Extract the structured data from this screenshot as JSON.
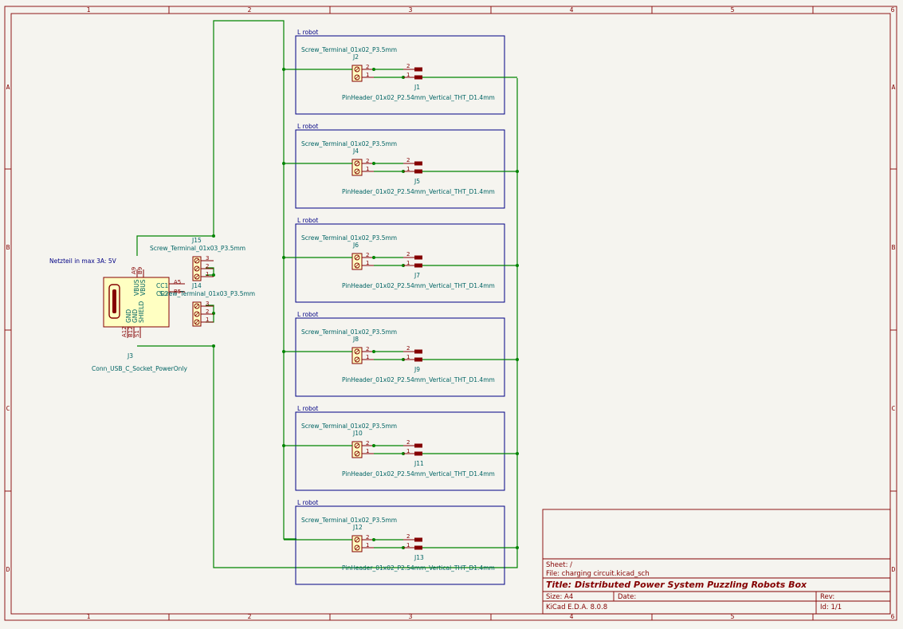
{
  "frame": {
    "columns": [
      "1",
      "2",
      "3",
      "4",
      "5",
      "6"
    ],
    "rows": [
      "A",
      "B",
      "C",
      "D"
    ]
  },
  "title_block": {
    "sheet": "Sheet: /",
    "file": "File: charging circuit.kicad_sch",
    "title": "Title: Distributed Power System Puzzling Robots Box",
    "size": "Size: A4",
    "date": "Date:",
    "rev": "Rev:",
    "generator": "KiCad E.D.A. 8.0.8",
    "id": "Id: 1/1"
  },
  "power_note": "Netzteil in max 3A: 5V",
  "usb_connector": {
    "ref": "J3",
    "value": "Conn_USB_C_Socket_PowerOnly",
    "pins": [
      "A9",
      "B9",
      "VBUS",
      "VBUS",
      "CC1",
      "CC2",
      "A5",
      "B5",
      "GND",
      "GND",
      "SHIELD",
      "A12",
      "B12",
      "S1"
    ]
  },
  "screw3": [
    {
      "ref": "J15",
      "value": "Screw_Terminal_01x03_P3.5mm",
      "pins": [
        "3",
        "2",
        "1"
      ]
    },
    {
      "ref": "J14",
      "value": "Screw_Terminal_01x03_P3.5mm",
      "pins": [
        "3",
        "2",
        "1"
      ]
    }
  ],
  "robots": [
    {
      "label": "L robot",
      "screw_ref": "J2",
      "screw_value": "Screw_Terminal_01x02_P3.5mm",
      "header_ref": "J1",
      "header_value": "PinHeader_01x02_P2.54mm_Vertical_THT_D1.4mm",
      "pin_top": "2",
      "pin_bot": "1"
    },
    {
      "label": "L robot",
      "screw_ref": "J4",
      "screw_value": "Screw_Terminal_01x02_P3.5mm",
      "header_ref": "J5",
      "header_value": "PinHeader_01x02_P2.54mm_Vertical_THT_D1.4mm",
      "pin_top": "2",
      "pin_bot": "1"
    },
    {
      "label": "L robot",
      "screw_ref": "J6",
      "screw_value": "Screw_Terminal_01x02_P3.5mm",
      "header_ref": "J7",
      "header_value": "PinHeader_01x02_P2.54mm_Vertical_THT_D1.4mm",
      "pin_top": "2",
      "pin_bot": "1"
    },
    {
      "label": "L robot",
      "screw_ref": "J8",
      "screw_value": "Screw_Terminal_01x02_P3.5mm",
      "header_ref": "J9",
      "header_value": "PinHeader_01x02_P2.54mm_Vertical_THT_D1.4mm",
      "pin_top": "2",
      "pin_bot": "1"
    },
    {
      "label": "L robot",
      "screw_ref": "J10",
      "screw_value": "Screw_Terminal_01x02_P3.5mm",
      "header_ref": "J11",
      "header_value": "PinHeader_01x02_P2.54mm_Vertical_THT_D1.4mm",
      "pin_top": "2",
      "pin_bot": "1"
    },
    {
      "label": "L robot",
      "screw_ref": "J12",
      "screw_value": "Screw_Terminal_01x02_P3.5mm",
      "header_ref": "J13",
      "header_value": "PinHeader_01x02_P2.54mm_Vertical_THT_D1.4mm",
      "pin_top": "2",
      "pin_bot": "1"
    }
  ],
  "colors": {
    "frame": "#840000",
    "wire": "#008400",
    "sheet_box": "#000084",
    "text": "#006464",
    "body_fill": "#ffffc2"
  }
}
